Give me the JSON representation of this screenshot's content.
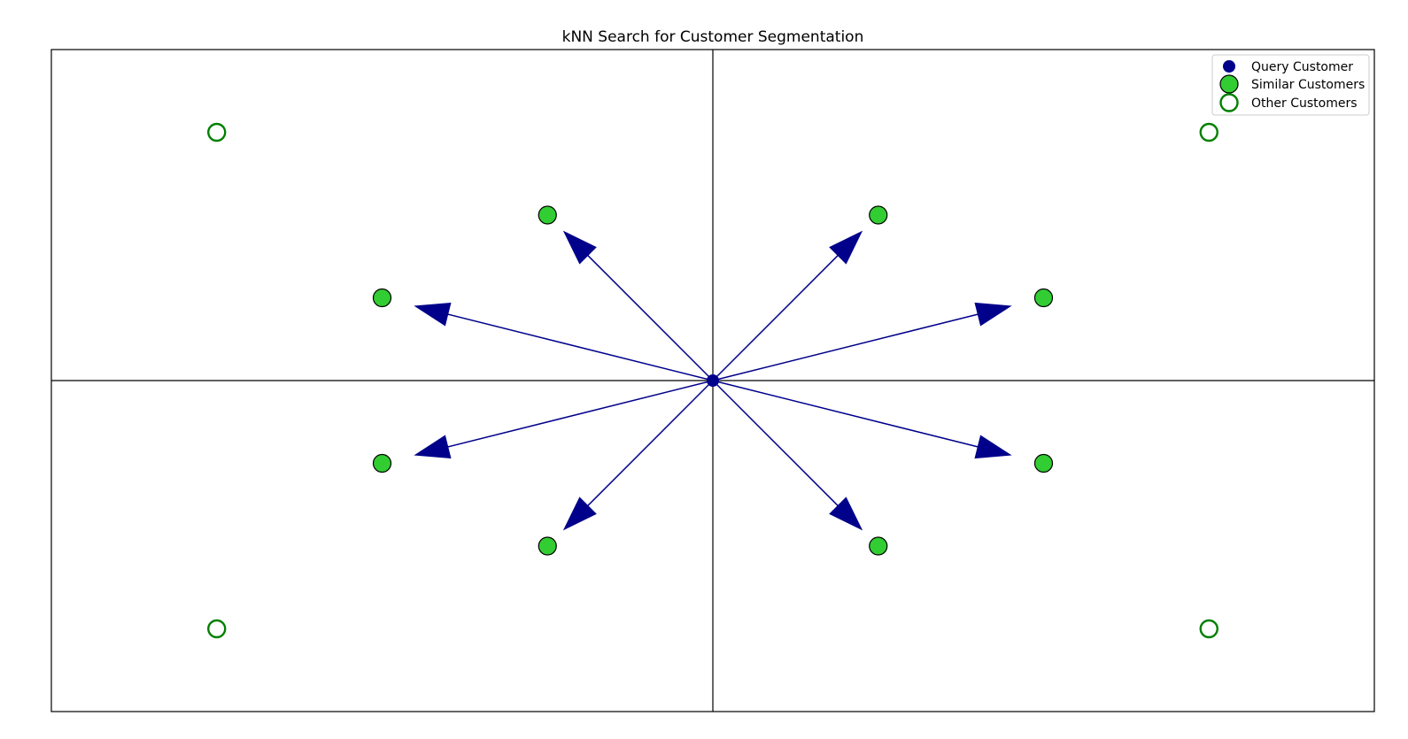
{
  "chart_data": {
    "type": "scatter",
    "title": "kNN Search for Customer Segmentation",
    "xlabel": "",
    "ylabel": "",
    "xlim": [
      -4,
      4
    ],
    "ylim": [
      -4,
      4
    ],
    "axes_lines": {
      "x": 0,
      "y": 0
    },
    "grid": false,
    "legend": {
      "placement": "top-right",
      "entries": [
        {
          "label": "Query Customer",
          "style": "query"
        },
        {
          "label": "Similar Customers",
          "style": "similar"
        },
        {
          "label": "Other Customers",
          "style": "other"
        }
      ]
    },
    "colors": {
      "query": "#00008b",
      "similar_fill": "#32cd32",
      "similar_edge": "#000000",
      "other_edge": "#008000",
      "arrow": "#00008b",
      "axis": "#000000"
    },
    "series": [
      {
        "name": "Query Customer",
        "style": "query",
        "points": [
          [
            0,
            0
          ]
        ]
      },
      {
        "name": "Similar Customers",
        "style": "similar",
        "points": [
          [
            1,
            2
          ],
          [
            2,
            1
          ],
          [
            2,
            -1
          ],
          [
            1,
            -2
          ],
          [
            -1,
            -2
          ],
          [
            -2,
            -1
          ],
          [
            -2,
            1
          ],
          [
            -1,
            2
          ]
        ]
      },
      {
        "name": "Other Customers",
        "style": "other",
        "points": [
          [
            3,
            3
          ],
          [
            3,
            -3
          ],
          [
            -3,
            -3
          ],
          [
            -3,
            3
          ]
        ]
      }
    ],
    "arrows": {
      "from": [
        0,
        0
      ],
      "to_series": "Similar Customers",
      "head_tip_ratio": 0.9
    }
  }
}
